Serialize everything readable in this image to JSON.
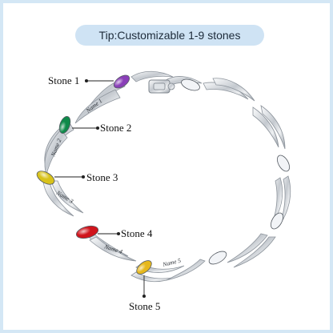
{
  "banner": {
    "text": "Tip:Customizable 1-9 stones"
  },
  "callouts": [
    {
      "label": "Stone 1"
    },
    {
      "label": "Stone 2"
    },
    {
      "label": "Stone 3"
    },
    {
      "label": "Stone 4"
    },
    {
      "label": "Stone 5"
    }
  ],
  "engravings": [
    {
      "text": "Name 1"
    },
    {
      "text": "Name 2"
    },
    {
      "text": "Name 3"
    },
    {
      "text": "Name 4"
    },
    {
      "text": "Name 5"
    }
  ],
  "stone_colors": {
    "stone_1": "#8a3fb8",
    "stone_2": "#0f8a4a",
    "stone_3": "#d8c21a",
    "stone_4": "#d0141c",
    "stone_5": "#e6b81c",
    "clear": "#f2f4f7"
  },
  "colors": {
    "banner_bg": "#cfe3f4",
    "frame_border": "#d4e7f5",
    "metal": "#c9ced4"
  }
}
